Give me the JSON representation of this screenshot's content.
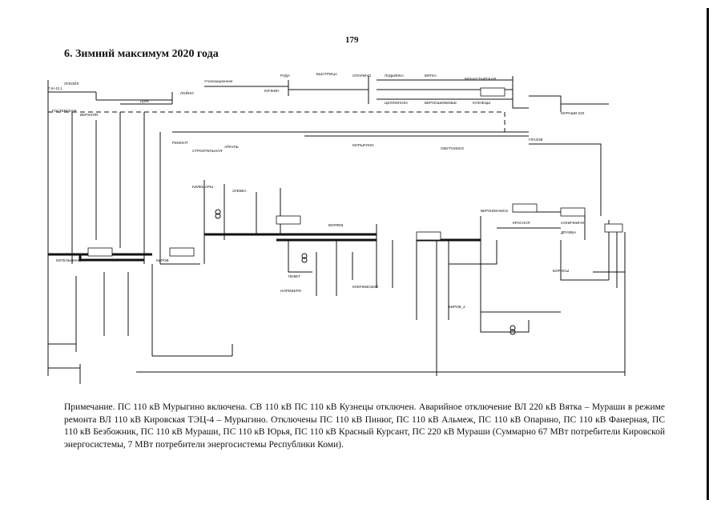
{
  "page": {
    "number": "179"
  },
  "section": {
    "title": "6. Зимний максимум 2020 года"
  },
  "diagram": {
    "labels": [
      "7,6+J2,1",
      "ЛУКОЙЛ",
      "ГОСТЕВСКАЯ",
      "ВЕРХНЯЯ",
      "ЦФМ",
      "ЛОЙНО",
      "Утилизационная",
      "КОЧКИН",
      "РУДА",
      "БЫСТРИЦА",
      "КИТЕЛЬНИНО",
      "КИРОВ",
      "РЕМОНТ",
      "СТРОИТЕЛЬНАЯ",
      "АРКУЛЬ",
      "КИЛЕМАРЫ",
      "ЗУЕВКА",
      "ВОРЛЕВ",
      "ПИКЕТ",
      "НОРМЗЕРО",
      "КЛЮЧЕВСКИЙ",
      "ВЕРХНЕКАМСК",
      "КРАСНАЯ",
      "СИНИЧКИНО",
      "ДРУЖБА",
      "БОРИСЫ",
      "ОПАРИНО",
      "ЛУДЬЯНКА",
      "ВЯТКА",
      "КИРОВ_2",
      "МОНАСТЫРСКАЯ",
      "ЦЕЛЛЮЛОЗА",
      "ВЕРХОШИЖЕМЬЕ",
      "КУЗНЕЦЫ",
      "МУРЫГИНО",
      "ОМУТНИНСК",
      "ГЛАЗОВ",
      "МУРАШИ-220"
    ]
  },
  "note": {
    "text": "Примечание. ПС 110 кВ Мурыгино включена. СВ 110 кВ ПС 110 кВ Кузнецы отключен. Аварийное отключение ВЛ 220 кВ Вятка – Мураши в режиме ремонта ВЛ 110 кВ Кировская ТЭЦ-4 – Мурыгино. Отключены ПС 110 кВ Пинюг, ПС 110 кВ Альмеж, ПС 110 кВ Опарино, ПС 110 кВ Фанерная, ПС 110 кВ Безбожник, ПС 110 кВ Мураши, ПС 110 кВ Юрья, ПС 110 кВ Красный Курсант, ПС 220 кВ Мураши (Суммарно 67 МВт потребители Кировской энергосистемы, 7 МВт потребители энергосистемы Республики Коми)."
  }
}
